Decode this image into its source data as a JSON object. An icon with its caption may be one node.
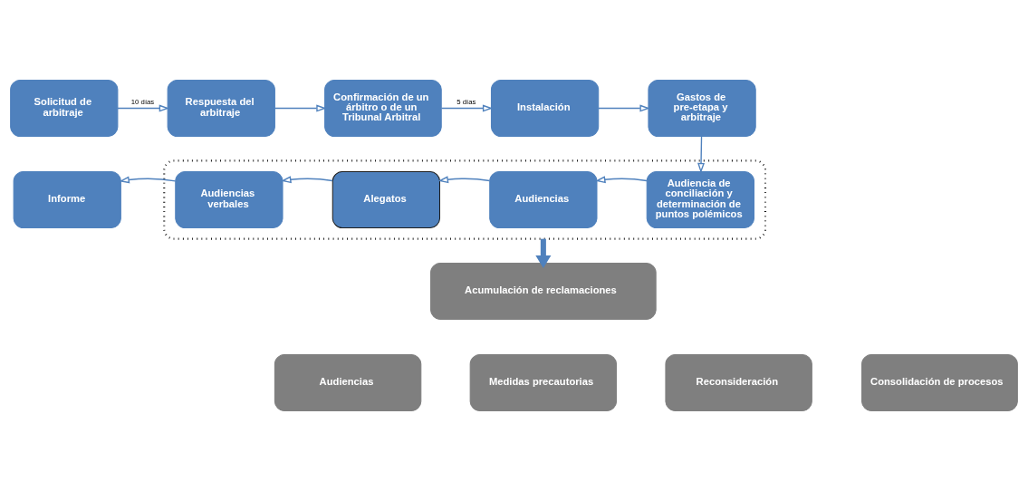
{
  "diagram": {
    "nodes": [
      {
        "text": [
          "Solicitud de arbitraje"
        ]
      },
      {
        "text": [
          "Respuesta del arbitraje"
        ]
      },
      {
        "text": [
          "Confirmación de un árbitro o de un Tribunal Arbitral"
        ]
      },
      {
        "text": [
          "Instalación"
        ]
      },
      {
        "text": [
          "Gastos de pre-etapa y arbitraje"
        ]
      },
      {
        "text": [
          "Informe"
        ]
      },
      {
        "text": [],
        "shape": "box"
      },
      {
        "text": [
          "Audiencias verbales"
        ],
        "in": 6
      },
      {
        "text": [
          "Alegatos"
        ],
        "in": 6
      },
      {
        "text": [
          "Audiencias"
        ],
        "in": 6
      },
      {
        "text": [
          "Audiencia de conciliación y determinación de puntos polémicos"
        ],
        "in": 6
      },
      {
        "text": [
          "Acumulación de reclamaciones"
        ]
      },
      {
        "text": [
          "Audiencias"
        ]
      },
      {
        "text": [
          "Medidas precautorias"
        ]
      },
      {
        "text": [
          "Reconsideración"
        ]
      },
      {
        "text": [
          "Consolidación de procesos"
        ]
      }
    ],
    "edges": [
      {
        "from": 0,
        "to": 1,
        "arrow": "to",
        "label": "10 días"
      },
      {
        "from": 1,
        "to": 2,
        "arrow": "to"
      },
      {
        "from": 2,
        "to": 3,
        "arrow": "to",
        "label": "5 días"
      },
      {
        "from": 3,
        "to": 4,
        "arrow": "to"
      },
      {
        "from": 4,
        "to": 10,
        "arrow": "to"
      },
      {
        "from": 10,
        "to": 9,
        "arrow": "to"
      },
      {
        "from": 9,
        "to": 8,
        "arrow": "to"
      },
      {
        "from": 8,
        "to": 7,
        "arrow": "to"
      },
      {
        "from": 7,
        "to": 5,
        "arrow": "to"
      },
      {
        "from": 6,
        "to": 11,
        "arrow": "to",
        "style": "thick"
      }
    ]
  }
}
